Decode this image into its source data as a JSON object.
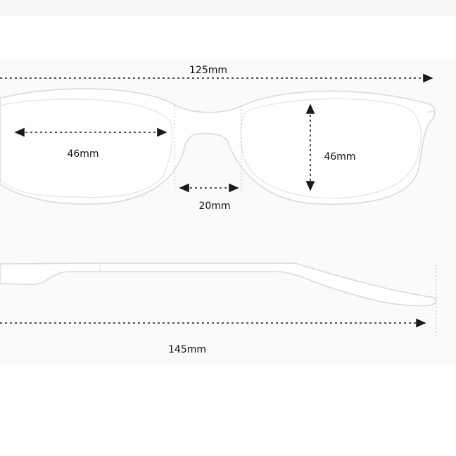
{
  "dimensions": {
    "frame_width": "125mm",
    "lens_width": "46mm",
    "lens_height": "46mm",
    "bridge_width": "20mm",
    "temple_length": "145mm"
  }
}
